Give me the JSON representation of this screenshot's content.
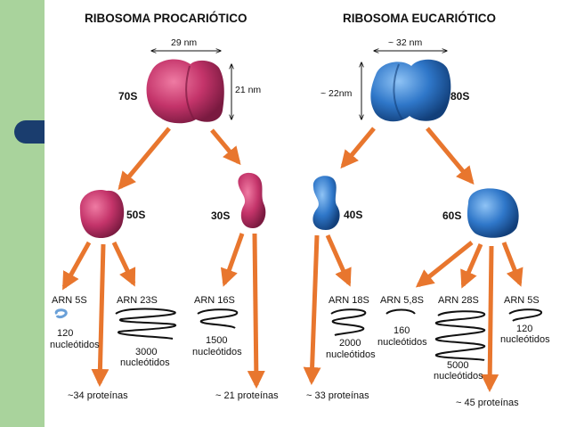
{
  "colors": {
    "sidebar": "#a9d39c",
    "sidebar_tab": "#1a3d6e",
    "prokaryotic": "#c4346a",
    "eukaryotic": "#2f77c9",
    "arrow": "#e8762e"
  },
  "prokaryote": {
    "title": "RIBOSOMA PROCARIÓTICO",
    "width": "29 nm",
    "height": "21 nm",
    "whole": "70S",
    "large": {
      "name": "50S",
      "rnas": [
        {
          "name": "ARN 5S",
          "size": "120",
          "unit": "nucleótidos"
        },
        {
          "name": "ARN 23S",
          "size": "3000",
          "unit": "nucleótidos"
        }
      ],
      "proteins": "~34 proteínas"
    },
    "small": {
      "name": "30S",
      "rnas": [
        {
          "name": "ARN 16S",
          "size": "1500",
          "unit": "nucleótidos"
        }
      ],
      "proteins": "~ 21 proteínas"
    }
  },
  "eukaryote": {
    "title": "RIBOSOMA EUCARIÓTICO",
    "width": "~ 32 nm",
    "height": "~ 22nm",
    "whole": "80S",
    "small": {
      "name": "40S",
      "rnas": [
        {
          "name": "ARN 18S",
          "size": "2000",
          "unit": "nucleótidos"
        }
      ],
      "proteins": "~ 33 proteínas"
    },
    "large": {
      "name": "60S",
      "rnas": [
        {
          "name": "ARN 5,8S",
          "size": "160",
          "unit": "nucleótidos"
        },
        {
          "name": "ARN 28S",
          "size": "5000",
          "unit": "nucleótidos"
        },
        {
          "name": "ARN 5S",
          "size": "120",
          "unit": "nucleótidos"
        }
      ],
      "proteins": "~ 45 proteínas"
    }
  }
}
